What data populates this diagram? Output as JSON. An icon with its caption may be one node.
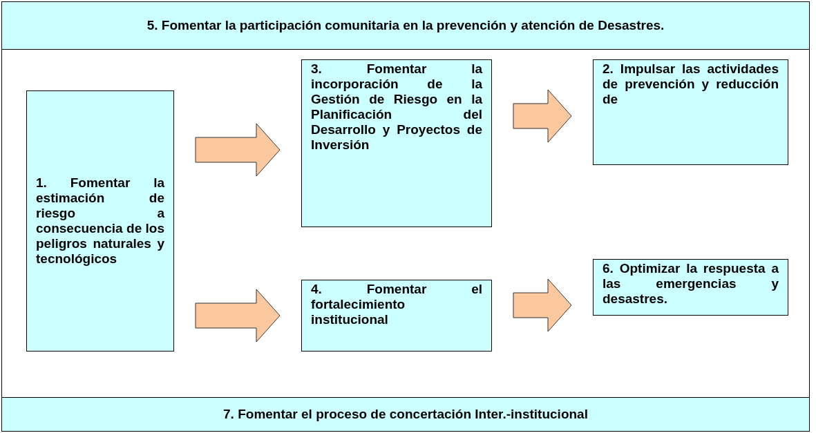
{
  "diagram": {
    "nodes": [
      {
        "text": [
          "5. Fomentar la participación comunitaria en la prevención y atención de Desastres."
        ]
      },
      {
        "text": [
          "1. Fomentar la estimación de riesgo a consecuencia de los peligros naturales y tecnológicos"
        ]
      },
      {
        "text": [
          "3. Fomentar la incorporación de la Gestión de Riesgo en la Planificación del Desarrollo y Proyectos de Inversión"
        ]
      },
      {
        "text": [
          "2. Impulsar las actividades de prevención y reducción de"
        ]
      },
      {
        "text": [
          "4. Fomentar el fortalecimiento institucional"
        ]
      },
      {
        "text": [
          "6. Optimizar la respuesta a las emergencias y desastres."
        ]
      },
      {
        "text": [
          "7. Fomentar el proceso de concertación Inter.-institucional"
        ]
      }
    ],
    "edges": [
      {
        "from": 1,
        "to": 2,
        "arrow": "to"
      },
      {
        "from": 1,
        "to": 4,
        "arrow": "to"
      },
      {
        "from": 2,
        "to": 3,
        "arrow": "to"
      },
      {
        "from": 4,
        "to": 5,
        "arrow": "to"
      }
    ]
  }
}
